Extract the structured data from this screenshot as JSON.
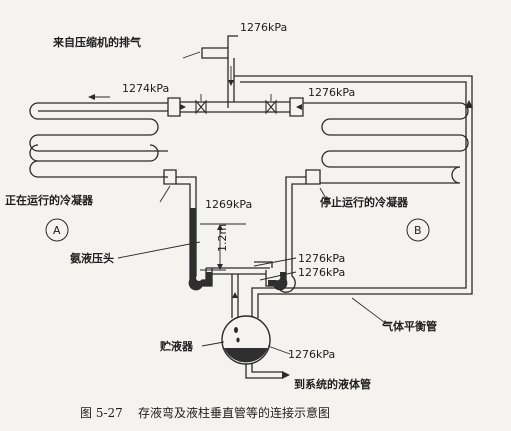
{
  "labels": {
    "from_compressor": "来自压缩机的排气",
    "p_top": "1276kPa",
    "p_left_valve": "1274kPa",
    "p_right_valve": "1276kPa",
    "running_condenser": "正在运行的冷凝器",
    "stopped_condenser": "停止运行的冷凝器",
    "circle_a": "A",
    "circle_b": "B",
    "p_head": "1269kPa",
    "height": "1.2m",
    "ammonia_head": "氨液压头",
    "p_junction1": "1276kPa",
    "p_junction2": "1276kPa",
    "balance_pipe": "气体平衡管",
    "receiver": "贮液器",
    "p_receiver": "1276kPa",
    "to_system": "到系统的液体管"
  },
  "caption": {
    "figure_no": "图 5-27",
    "title": "存液弯及液柱垂直管等的连接示意图"
  },
  "colors": {
    "line": "#2a2a2a",
    "liquid": "#2f2f2f",
    "background": "#f4f3ef"
  }
}
